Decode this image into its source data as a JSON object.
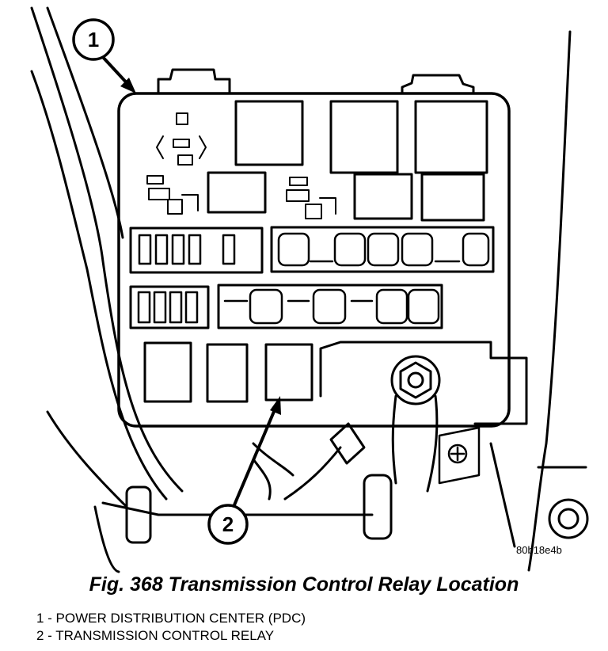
{
  "callouts": [
    {
      "number": "1",
      "target": "PDC"
    },
    {
      "number": "2",
      "target": "TCR"
    }
  ],
  "image_code": "80b18e4b",
  "caption": "Fig. 368 Transmission Control Relay Location",
  "legend": [
    {
      "text": "1 - POWER DISTRIBUTION CENTER (PDC)"
    },
    {
      "text": "2 - TRANSMISSION CONTROL RELAY"
    }
  ]
}
